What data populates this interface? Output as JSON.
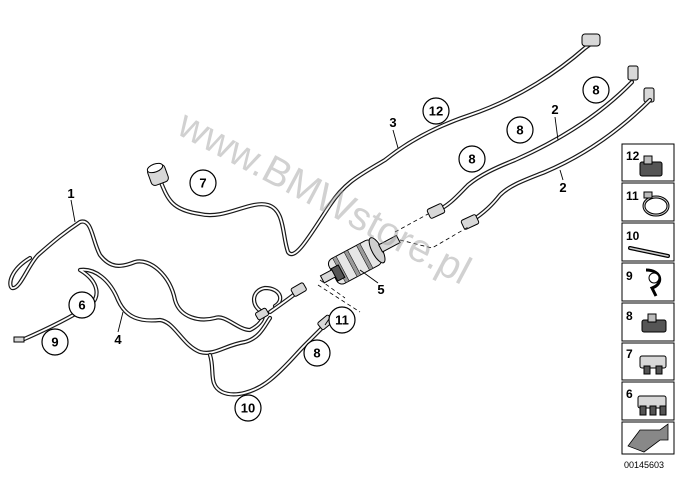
{
  "watermark": "www.BMWstore.pl",
  "diagram_id": "00145603",
  "callouts": [
    {
      "id": "c12-top",
      "label": "12"
    },
    {
      "id": "c8-topright",
      "label": "8"
    },
    {
      "id": "c8-mid1",
      "label": "8"
    },
    {
      "id": "c8-mid2",
      "label": "8"
    },
    {
      "id": "c7",
      "label": "7"
    },
    {
      "id": "c6",
      "label": "6"
    },
    {
      "id": "c9",
      "label": "9"
    },
    {
      "id": "c11",
      "label": "11"
    },
    {
      "id": "c8-low",
      "label": "8"
    },
    {
      "id": "c10",
      "label": "10"
    }
  ],
  "labels": [
    {
      "id": "l1",
      "text": "1"
    },
    {
      "id": "l2a",
      "text": "2"
    },
    {
      "id": "l2b",
      "text": "2"
    },
    {
      "id": "l3",
      "text": "3"
    },
    {
      "id": "l4",
      "text": "4"
    },
    {
      "id": "l5",
      "text": "5"
    }
  ],
  "parts_panel": [
    {
      "id": "p12",
      "label": "12"
    },
    {
      "id": "p11",
      "label": "11"
    },
    {
      "id": "p10",
      "label": "10"
    },
    {
      "id": "p9",
      "label": "9"
    },
    {
      "id": "p8",
      "label": "8"
    },
    {
      "id": "p7",
      "label": "7"
    },
    {
      "id": "p6",
      "label": "6"
    }
  ]
}
